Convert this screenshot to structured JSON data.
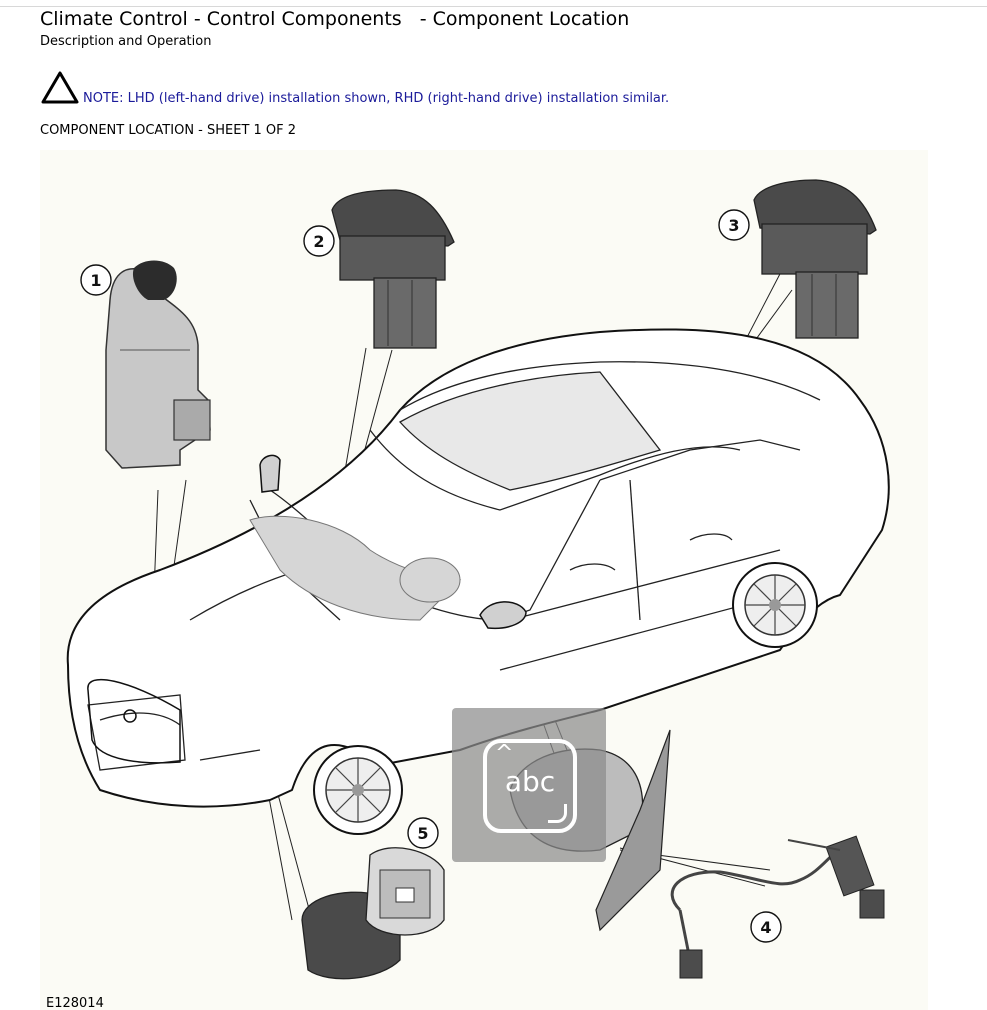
{
  "header": {
    "title_part1": "Climate Control - Control Components",
    "title_part2": "- Component Location",
    "subtitle": "Description and Operation"
  },
  "note": {
    "icon": "warning-triangle-icon",
    "text": "NOTE: LHD (left-hand drive) installation shown, RHD (right-hand drive) installation similar.",
    "color": "#1b1b9a"
  },
  "sheet_label": "COMPONENT LOCATION - SHEET 1 OF 2",
  "figure": {
    "id": "E128014",
    "callouts": [
      "1",
      "2",
      "3",
      "4",
      "5"
    ]
  },
  "overlay": {
    "text": "abc",
    "icon": "text-recognition-icon"
  }
}
